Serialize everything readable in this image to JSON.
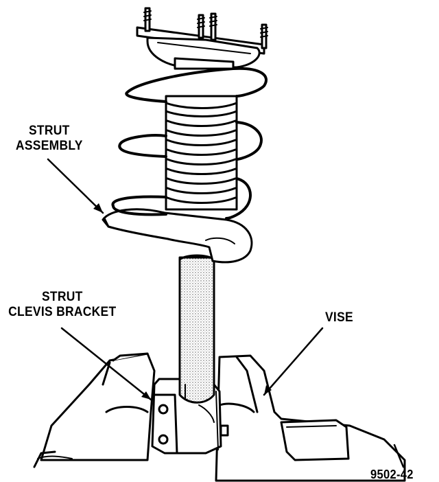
{
  "labels": {
    "strut_assembly": [
      "STRUT",
      "ASSEMBLY"
    ],
    "strut_clevis_bracket": [
      "STRUT",
      "CLEVIS BRACKET"
    ],
    "vise": "VISE",
    "figure_id": "9502-42"
  }
}
